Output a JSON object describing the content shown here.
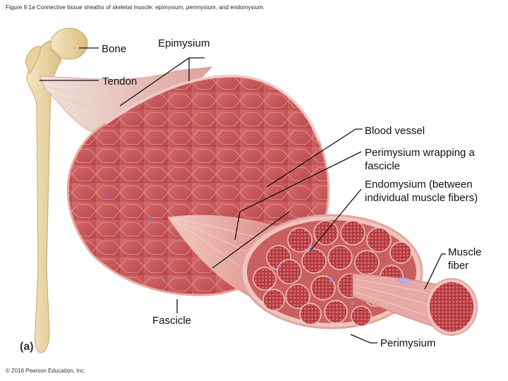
{
  "caption": "Figure 9.1a Connective tissue sheaths of skeletal muscle: epimysium, perimysium, and endomysium.",
  "labels": {
    "bone": "Bone",
    "epimysium": "Epimysium",
    "tendon": "Tendon",
    "blood_vessel": "Blood vessel",
    "perimysium_wrapping": "Perimysium wrapping a fascicle",
    "endomysium": "Endomysium (between individual muscle fibers)",
    "muscle_fiber": "Muscle fiber",
    "fascicle": "Fascicle",
    "perimysium": "Perimysium"
  },
  "panel_label": "(a)",
  "copyright": "© 2016 Pearson Education, Inc.",
  "colors": {
    "muscle": "#c8585a",
    "muscle_dark": "#a33c40",
    "sheath": "#e9b8b2",
    "bone": "#efd9a8",
    "leader": "#111111"
  }
}
